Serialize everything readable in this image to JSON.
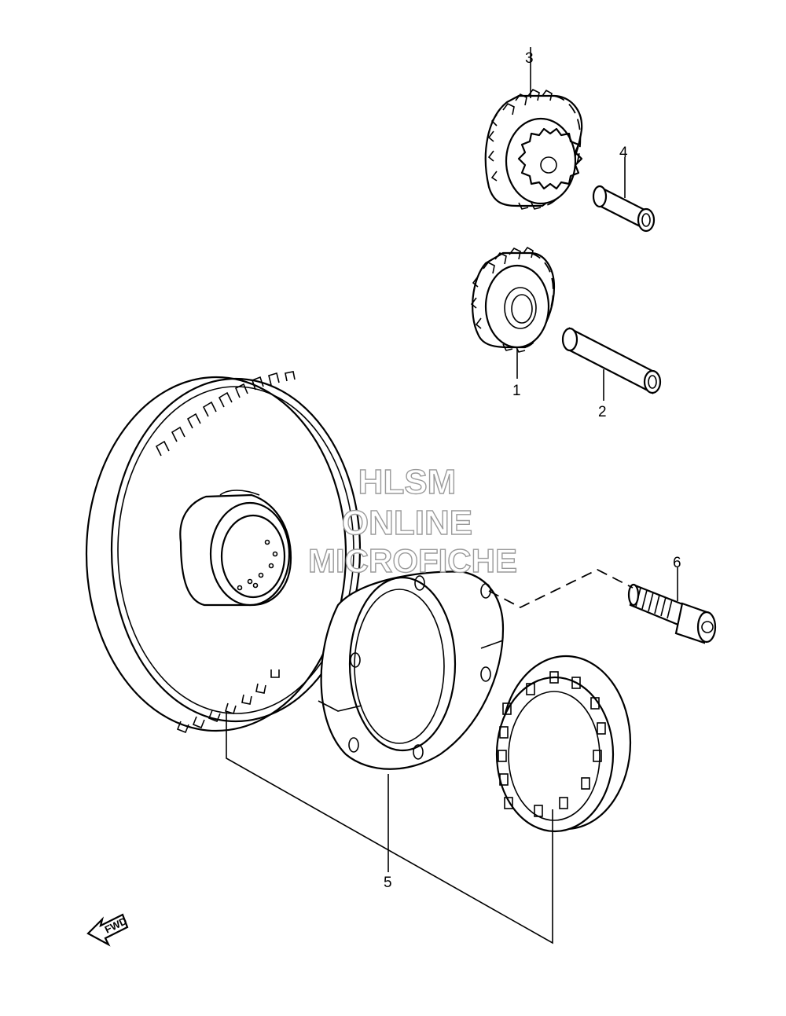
{
  "callouts": {
    "c1": "1",
    "c2": "2",
    "c3": "3",
    "c4": "4",
    "c5": "5",
    "c6": "6"
  },
  "watermark": {
    "line1": "HLSM",
    "line2": "ONLINE",
    "line3": "MICROFICHE"
  },
  "direction": {
    "label": "FWD",
    "icon": "forward-arrow-icon"
  }
}
